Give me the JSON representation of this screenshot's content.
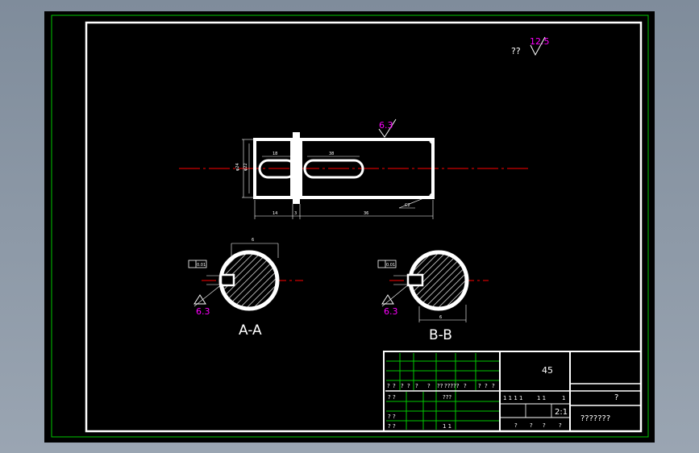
{
  "drawing": {
    "colors": {
      "background": "#000000",
      "frame": "#ffffff",
      "outer_border": "#00c800",
      "centerline": "#ff0000",
      "annotation": "#ff00ff",
      "dimension": "#ffffff",
      "title_grid": "#00c800"
    },
    "top_right_note": {
      "text": "??",
      "roughness": "12.5"
    },
    "main_view": {
      "roughness": "6.3",
      "dim_dia_outer": "φ24",
      "dim_dia_inner": "φ22",
      "keyway1_width": "18",
      "keyway2_width": "38",
      "len_left": "14",
      "len_collar": "3",
      "len_right": "36",
      "chamfer": "C2"
    },
    "section_a": {
      "label": "A-A",
      "tolerance": "0.01",
      "roughness": "6.3",
      "dim_top": "6"
    },
    "section_b": {
      "label": "B-B",
      "tolerance": "0.01",
      "roughness": "6.3",
      "dim_bottom": "6"
    },
    "title_block": {
      "material": "45",
      "part_name": "?",
      "drawing_no": "???????",
      "scale": "2:1",
      "row1": [
        "?",
        "?",
        "?",
        "?",
        "?",
        "?",
        "??",
        "?????",
        "?",
        "?",
        "?",
        "?"
      ],
      "row2_left": "? ?",
      "row2_mid": "???",
      "row3_left": "? ?",
      "row4_left": "? ?",
      "row4_mid": "1 1",
      "cells_a": "1 1 1 1",
      "cells_b": "1 1",
      "cells_c": "1",
      "bottom_q": [
        "?",
        "?",
        "?",
        "?"
      ]
    }
  }
}
